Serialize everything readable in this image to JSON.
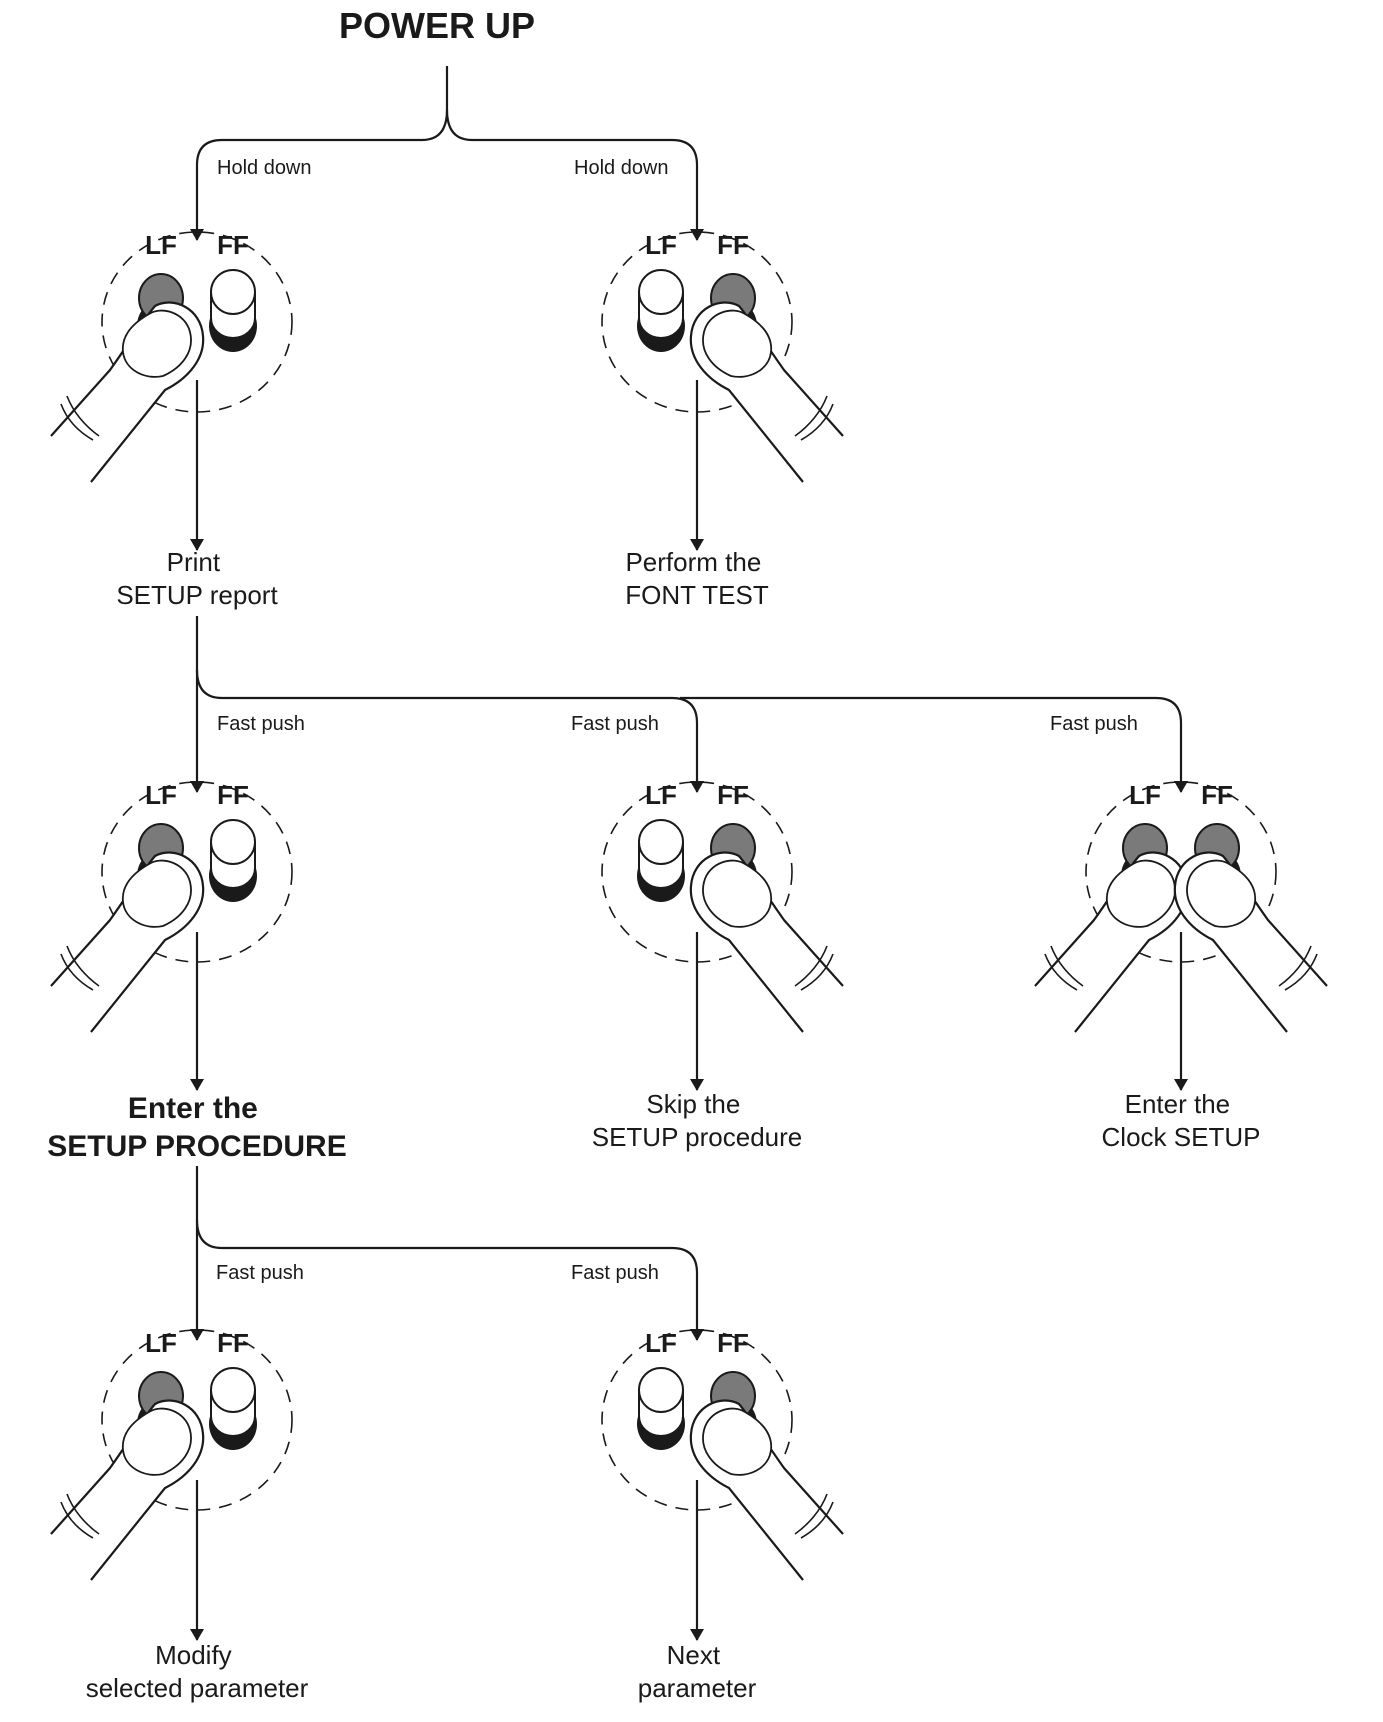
{
  "title": "POWER UP",
  "colors": {
    "line": "#1a1a1a",
    "pressed_key": "#7a7a7a",
    "released_key": "#ffffff",
    "key_base": "#1a1a1a"
  },
  "keys": {
    "lf": "LF",
    "ff": "FF"
  },
  "actions": {
    "hold_down": "Hold down",
    "fast_push": "Fast push"
  },
  "results": {
    "print_setup": [
      "Print",
      "SETUP report"
    ],
    "font_test": [
      "Perform the",
      "FONT TEST"
    ],
    "enter_setup": [
      "Enter the",
      "SETUP PROCEDURE"
    ],
    "skip_setup": [
      "Skip the",
      "SETUP procedure"
    ],
    "clock_setup": [
      "Enter the",
      "Clock SETUP"
    ],
    "modify_param": [
      "Modify",
      "selected parameter"
    ],
    "next_param": [
      "Next",
      "parameter"
    ]
  },
  "panels": [
    {
      "id": "power-lf",
      "pressed": "lf"
    },
    {
      "id": "power-ff",
      "pressed": "ff"
    },
    {
      "id": "report-lf",
      "pressed": "lf"
    },
    {
      "id": "report-ff",
      "pressed": "ff"
    },
    {
      "id": "report-both",
      "pressed": "both"
    },
    {
      "id": "setup-lf",
      "pressed": "lf"
    },
    {
      "id": "setup-ff",
      "pressed": "ff"
    }
  ]
}
